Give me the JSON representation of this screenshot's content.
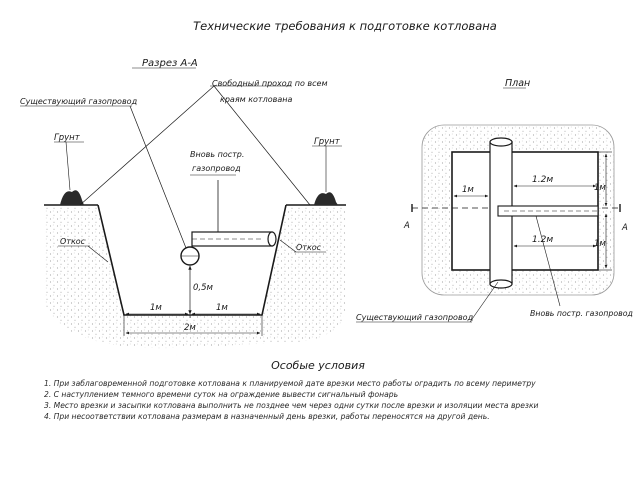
{
  "title": "Технические требования к подготовке котлована",
  "section": {
    "label": "Разрез А-А",
    "free_passage_line1": "Свободный проход по всем",
    "free_passage_line2": "краям котлована",
    "existing_pipe": "Существующий газопровод",
    "new_pipe_line1": "Вновь постр.",
    "new_pipe_line2": "газопровод",
    "ground_left": "Грунт",
    "ground_right": "Грунт",
    "slope_left": "Откос",
    "slope_right": "Откос",
    "depth_dim": "0,5м",
    "dim_left": "1м",
    "dim_right": "1м",
    "dim_total": "2м"
  },
  "plan": {
    "label": "План",
    "dim_left": "1м",
    "dim_top_length": "1.2м",
    "dim_bottom_length": "1.2м",
    "dim_right_top": "1м",
    "dim_right_bottom": "1м",
    "cut_left": "А",
    "cut_right": "А",
    "existing_pipe": "Существующий газопровод",
    "new_pipe": "Вновь постр. газопровод"
  },
  "conditions": {
    "title": "Особые условия",
    "items": [
      "1. При заблаговременной подготовке котлована к планируемой дате врезки место работы оградить по всему периметру",
      "2. С наступлением темного времени суток на ограждение вывести сигнальный фонарь",
      "3. Место врезки и засыпки котлована выполнить не позднее чем через одни сутки после врезки и изоляции места врезки",
      "4. При несоответствии котлована размерам в назначенный день врезки, работы переносятся на другой день."
    ]
  }
}
